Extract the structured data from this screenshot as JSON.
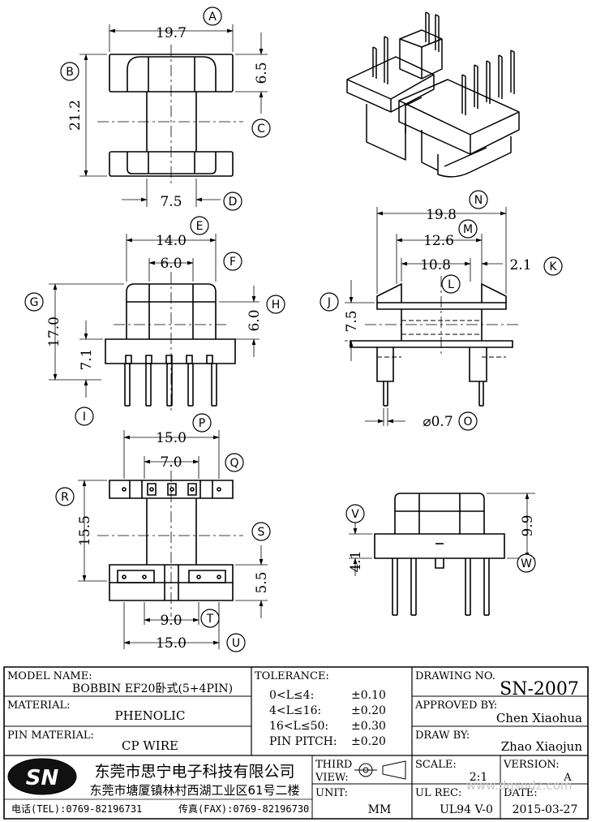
{
  "dims": {
    "a": "19.7",
    "b": "21.2",
    "c": "6.5",
    "d": "7.5",
    "e": "14.0",
    "f": "6.0",
    "g": "17.0",
    "h": "6.0",
    "i": "7.1",
    "n": "19.8",
    "m": "12.6",
    "l": "10.8",
    "k": "2.1",
    "j": "7.5",
    "o": "⌀0.7",
    "p": "15.0",
    "q": "7.0",
    "r": "15.5",
    "s": "5.5",
    "t": "9.0",
    "u": "15.0",
    "v": "4.1",
    "w": "9.9"
  },
  "letters": [
    "A",
    "B",
    "C",
    "D",
    "E",
    "F",
    "G",
    "H",
    "I",
    "J",
    "K",
    "L",
    "M",
    "N",
    "O",
    "P",
    "Q",
    "R",
    "S",
    "T",
    "U",
    "V",
    "W"
  ],
  "title_block": {
    "model_label": "MODEL NAME:",
    "model_value": "BOBBIN EF20卧式(5+4PIN)",
    "material_label": "MATERIAL:",
    "material_value": "PHENOLIC",
    "pin_material_label": "PIN MATERIAL:",
    "pin_material_value": "CP WIRE",
    "tolerance_label": "TOLERANCE:",
    "tolerances": [
      {
        "range": "0<L≤4:",
        "value": "±0.10"
      },
      {
        "range": "4<L≤16:",
        "value": "±0.20"
      },
      {
        "range": "16<L≤50:",
        "value": "±0.30"
      },
      {
        "range": "PIN PITCH:",
        "value": "±0.20"
      }
    ],
    "drawing_no_label": "DRAWING NO.",
    "drawing_no": "SN-2007",
    "approved_label": "APPROVED BY:",
    "approved_by": "Chen Xiaohua",
    "draw_label": "DRAW BY:",
    "draw_by": "Zhao Xiaojun",
    "logo": "SN",
    "company_name": "东莞市思宁电子科技有限公司",
    "company_address": "东莞市塘厦镇林村西湖工业区61号二楼",
    "tel": "电话(TEL):0769-82196731",
    "fax": "传真(FAX):0769-82196730",
    "third_view_label_1": "THIRD",
    "third_view_label_2": "VIEW:",
    "unit_label": "UNIT:",
    "unit": "MM",
    "scale_label": "SCALE:",
    "scale": "2:1",
    "version_label": "VERSION:",
    "version": "A",
    "ul_label": "UL REC:",
    "ul": "UL94 V-0",
    "date_label": "DATE:",
    "date": "2015-03-27",
    "watermark": "www.dgsndz.com"
  }
}
